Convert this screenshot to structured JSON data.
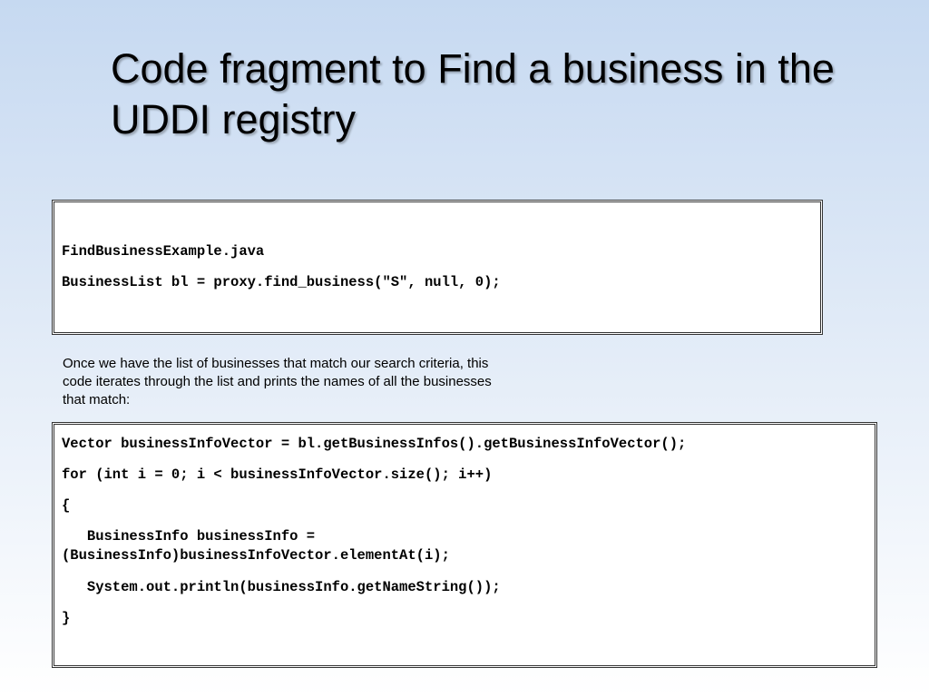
{
  "slide": {
    "title": "Code fragment to Find a business in the UDDI registry",
    "snippet1": {
      "filename": "FindBusinessExample.java",
      "code": "BusinessList bl = proxy.find_business(\"S\", null, 0);"
    },
    "description": "Once we have the list of businesses that match our search criteria, this code iterates through the list and prints the names of all the businesses that match:",
    "snippet2": {
      "lines": [
        "Vector businessInfoVector = bl.getBusinessInfos().getBusinessInfoVector();",
        "for (int i = 0; i < businessInfoVector.size(); i++)",
        "{",
        "   BusinessInfo businessInfo =\n(BusinessInfo)businessInfoVector.elementAt(i);",
        "   System.out.println(businessInfo.getNameString());",
        "}"
      ]
    }
  }
}
